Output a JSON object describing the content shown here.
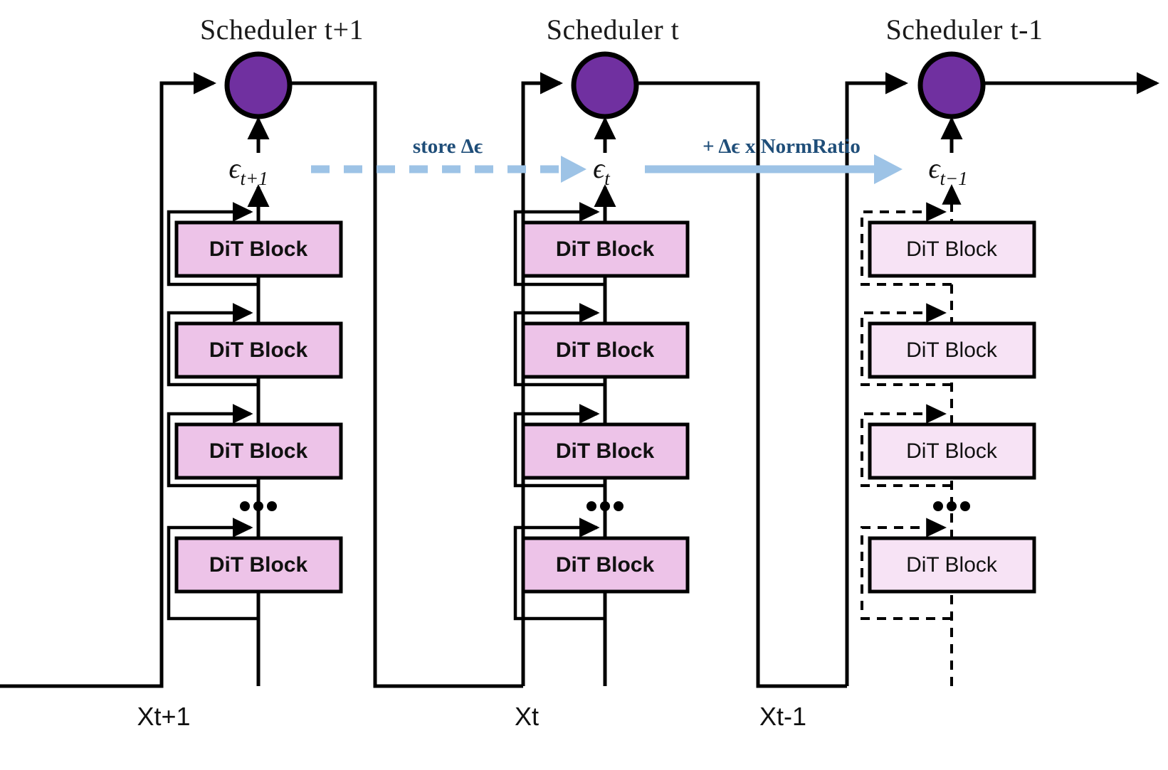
{
  "figure": {
    "type": "diagram",
    "title": "Diffusion Transformer caching / epsilon-reuse pipeline across scheduler timesteps",
    "background_color": "#ffffff"
  },
  "colors": {
    "scheduler_fill": "#7030a0",
    "scheduler_stroke": "#000000",
    "block_fill_active": "#edc3e8",
    "block_fill_cached": "#f7e3f5",
    "block_stroke": "#000000",
    "annotation_text": "#1f4e79",
    "annotation_arrow": "#9dc3e6",
    "line": "#000000"
  },
  "columns": [
    {
      "id": "t_plus_1",
      "scheduler_title": "Scheduler t+1",
      "epsilon_main": "ϵ",
      "epsilon_subscript": "t+1",
      "input_label": "Xt+1",
      "style": "active",
      "blocks": [
        {
          "label": "DiT Block"
        },
        {
          "label": "DiT Block"
        },
        {
          "label": "DiT Block"
        },
        {
          "label": "DiT Block"
        }
      ],
      "ellipsis": "•••"
    },
    {
      "id": "t",
      "scheduler_title": "Scheduler t",
      "epsilon_main": "ϵ",
      "epsilon_subscript": "t",
      "input_label": "Xt",
      "style": "active",
      "blocks": [
        {
          "label": "DiT Block"
        },
        {
          "label": "DiT Block"
        },
        {
          "label": "DiT Block"
        },
        {
          "label": "DiT Block"
        }
      ],
      "ellipsis": "•••"
    },
    {
      "id": "t_minus_1",
      "scheduler_title": "Scheduler t-1",
      "epsilon_main": "ϵ",
      "epsilon_subscript": "t−1",
      "input_label": "Xt-1",
      "style": "cached",
      "blocks": [
        {
          "label": "DiT Block"
        },
        {
          "label": "DiT Block"
        },
        {
          "label": "DiT Block"
        },
        {
          "label": "DiT Block"
        }
      ],
      "ellipsis": "•••"
    }
  ],
  "annotations": [
    {
      "id": "store-delta-epsilon",
      "label": "store Δϵ",
      "arrow_style": "dashed",
      "arrow_color": "#9dc3e6",
      "from": "t_plus_1",
      "to": "t"
    },
    {
      "id": "add-delta-epsilon-normratio",
      "label": "+ Δϵ x NormRatio",
      "arrow_style": "solid",
      "arrow_color": "#9dc3e6",
      "from": "t",
      "to": "t_minus_1"
    }
  ]
}
